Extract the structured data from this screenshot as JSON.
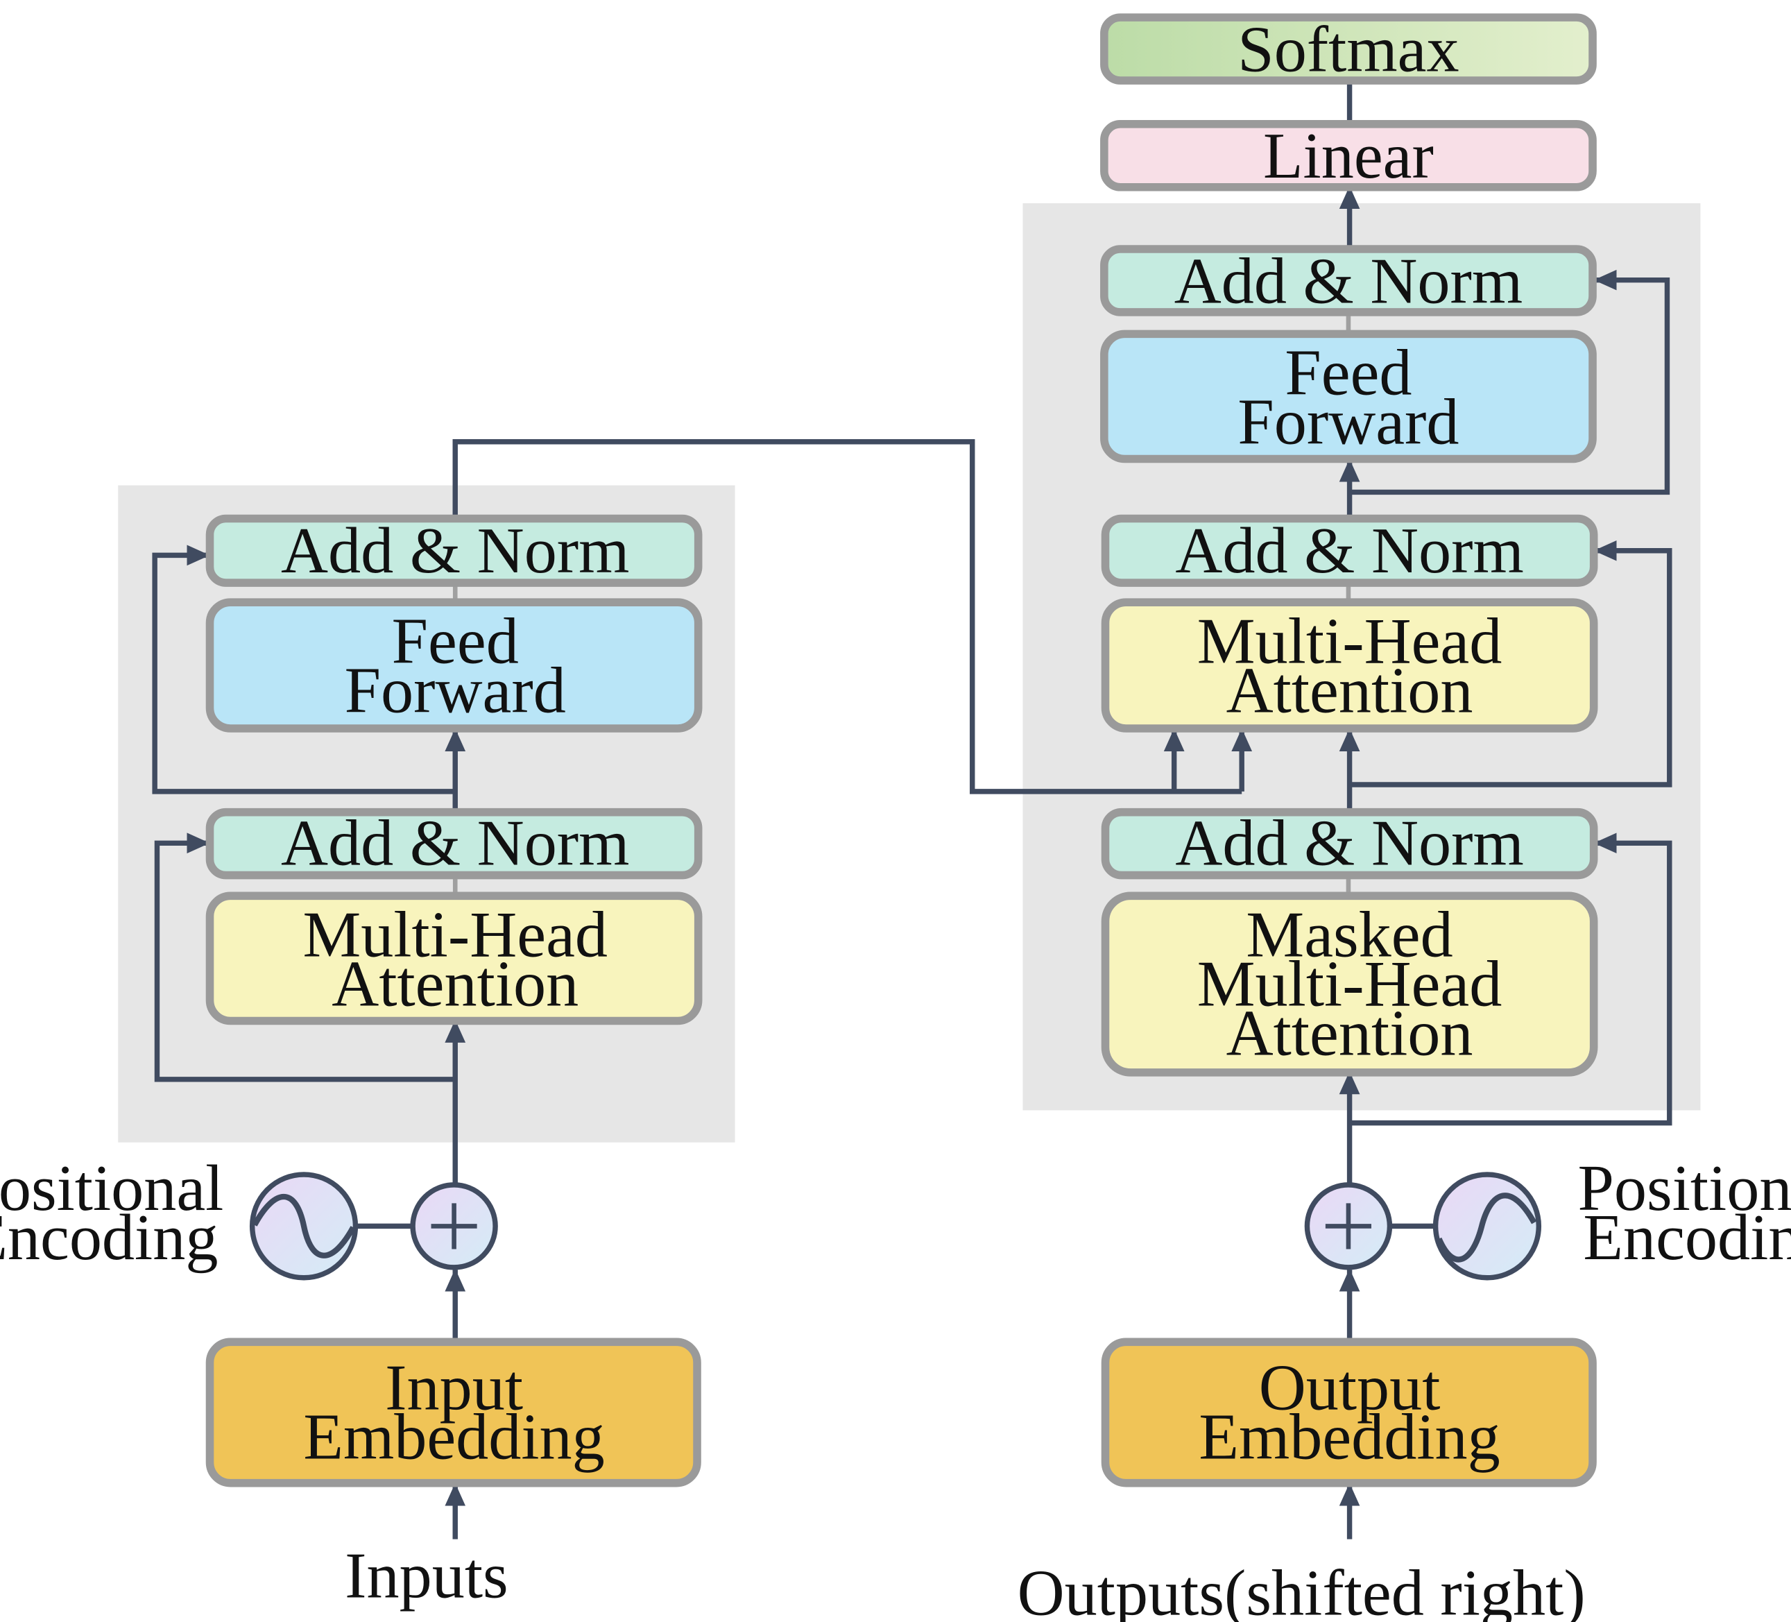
{
  "encoder": {
    "add_norm_top": "Add & Norm",
    "feed_forward": [
      "Feed",
      "Forward"
    ],
    "add_norm_bottom": "Add & Norm",
    "attention": [
      "Multi-Head",
      "Attention"
    ],
    "embedding": [
      "Input",
      "Embedding"
    ],
    "positional_encoding": [
      "Positional",
      "Encoding"
    ],
    "input_label": "Inputs"
  },
  "decoder": {
    "softmax": "Softmax",
    "linear": "Linear",
    "add_norm_top": "Add & Norm",
    "feed_forward": [
      "Feed",
      "Forward"
    ],
    "add_norm_middle": "Add & Norm",
    "cross_attention": [
      "Multi-Head",
      "Attention"
    ],
    "add_norm_bottom": "Add & Norm",
    "masked_attention": [
      "Masked",
      "Multi-Head",
      "Attention"
    ],
    "embedding": [
      "Output",
      "Embedding"
    ],
    "positional_encoding": [
      "Positional",
      "Encoding"
    ],
    "output_label": "Outputs(shifted right)"
  },
  "colors": {
    "add_norm": "#c5ebe0",
    "feed_forward": "#b9e5f7",
    "attention": "#f8f4bd",
    "embedding": "#f0c457",
    "linear": "#f8dfe7",
    "softmax_start": "#bcdca7",
    "softmax_end": "#e3efcd",
    "layer_background": "#e6e6e6",
    "border": "#9a9a9a",
    "wire": "#404b60",
    "encoding_circle_start": "#ead8f5",
    "encoding_circle_end": "#d4ecf7"
  }
}
